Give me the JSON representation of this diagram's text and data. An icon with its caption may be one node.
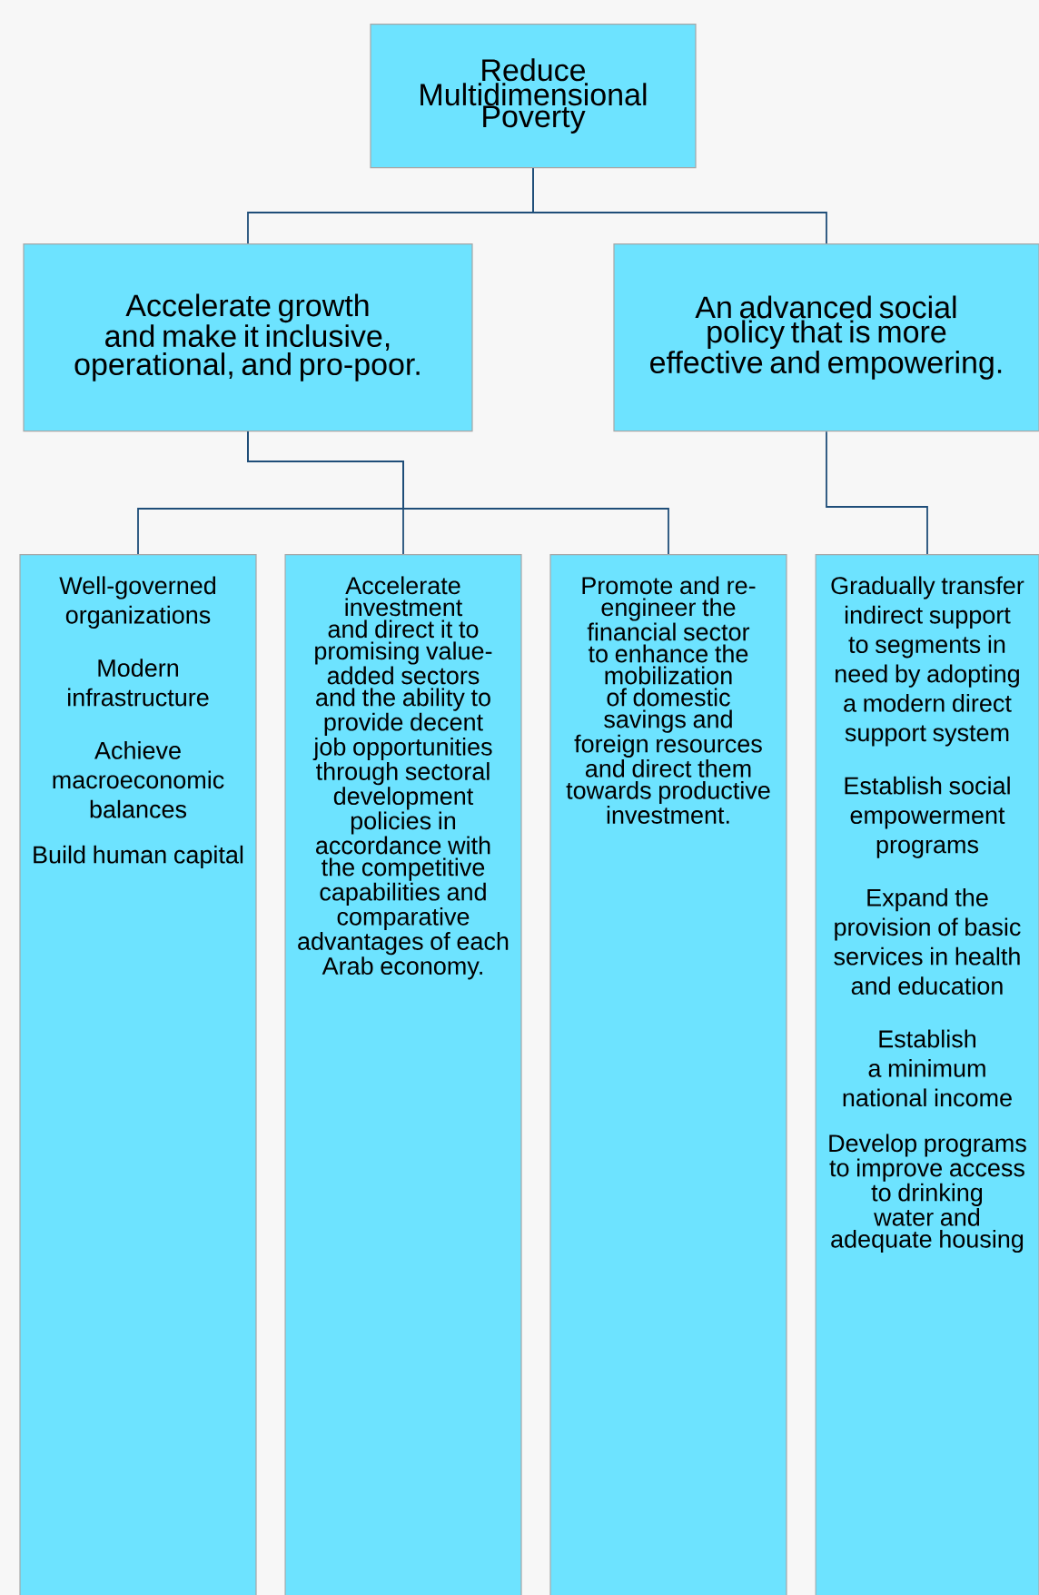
{
  "diagram": {
    "nodes": [
      {
        "text": [
          "Reduce Multidimensional Poverty"
        ]
      },
      {
        "text": [
          "Accelerate growth and make it inclusive, operational, and pro-poor."
        ]
      },
      {
        "text": [
          "An advanced social policy that is more effective and empowering."
        ]
      },
      {
        "text": [
          "Well-governed organizations",
          "Modern infrastructure",
          "Achieve macroeconomic balances",
          "Build human capital"
        ]
      },
      {
        "text": [
          "Accelerate investment and direct it to promising value-added sectors and the ability to provide decent job opportunities through sectoral development policies in accordance with the competitive capabilities and comparative advantages of each Arab economy."
        ]
      },
      {
        "text": [
          "Promote and re-engineer the financial sector to enhance the mobilization of domestic savings and foreign resources and direct them towards productive investment."
        ]
      },
      {
        "text": [
          "Gradually transfer indirect support to segments in need by adopting a modern direct support system",
          "Establish social empowerment programs",
          "Expand the provision of basic services in health and education",
          "Establish a minimum national income",
          "Develop programs to improve access to drinking water and adequate housing"
        ]
      }
    ],
    "edges": [
      {
        "from": 0,
        "to": 1,
        "arrow": "none"
      },
      {
        "from": 0,
        "to": 2,
        "arrow": "none"
      },
      {
        "from": 1,
        "to": 3,
        "arrow": "none"
      },
      {
        "from": 1,
        "to": 4,
        "arrow": "none"
      },
      {
        "from": 1,
        "to": 5,
        "arrow": "none"
      },
      {
        "from": 2,
        "to": 6,
        "arrow": "none"
      }
    ]
  }
}
